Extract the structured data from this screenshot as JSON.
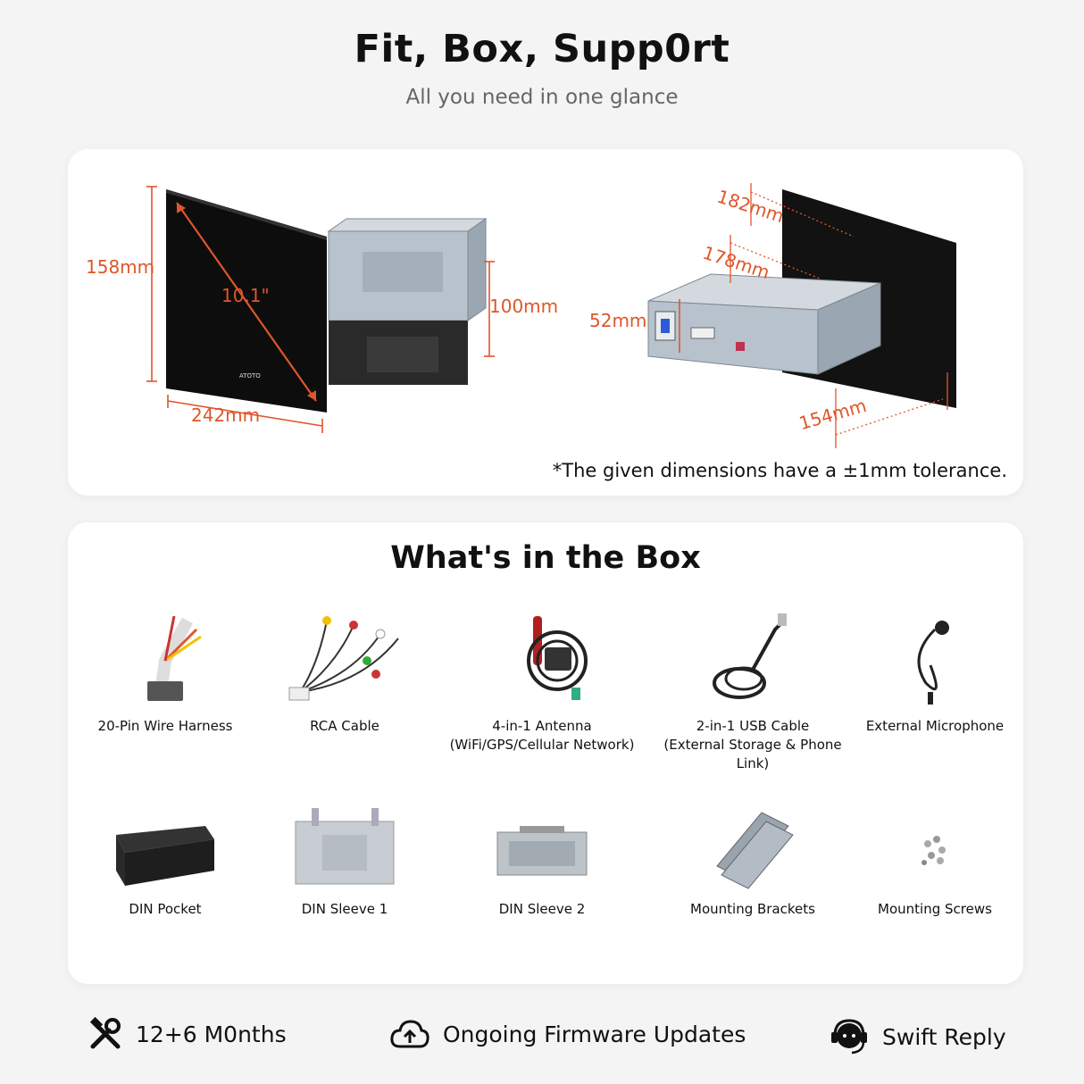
{
  "header": {
    "title": "Fit, Box, Supp0rt",
    "subtitle": "All you need in one glance"
  },
  "dimensions": {
    "front": {
      "diagonal": "10.1\"",
      "height": "158mm",
      "width": "242mm",
      "chassis_height": "100mm",
      "brand": "ATOTO"
    },
    "rear": {
      "depth_top": "182mm",
      "depth_chassis": "178mm",
      "chassis_height": "52mm",
      "depth_bottom": "154mm"
    },
    "tolerance": "*The given dimensions have a ±1mm tolerance."
  },
  "box": {
    "title": "What's in the Box",
    "items": [
      {
        "label": "20-Pin Wire Harness",
        "sub": ""
      },
      {
        "label": "RCA Cable",
        "sub": ""
      },
      {
        "label": "4-in-1 Antenna",
        "sub": "(WiFi/GPS/Cellular Network)"
      },
      {
        "label": "2-in-1 USB Cable",
        "sub": "(External Storage & Phone Link)"
      },
      {
        "label": "External Microphone",
        "sub": ""
      },
      {
        "label": "DIN Pocket",
        "sub": ""
      },
      {
        "label": "DIN Sleeve 1",
        "sub": ""
      },
      {
        "label": "DIN Sleeve 2",
        "sub": ""
      },
      {
        "label": "Mounting Brackets",
        "sub": ""
      },
      {
        "label": "Mounting Screws",
        "sub": ""
      }
    ]
  },
  "footer": {
    "warranty": "12+6 M0nths",
    "firmware": "Ongoing Firmware Updates",
    "support": "Swift Reply"
  },
  "colors": {
    "accent": "#e0552a",
    "background": "#f4f4f4",
    "card": "#ffffff"
  }
}
